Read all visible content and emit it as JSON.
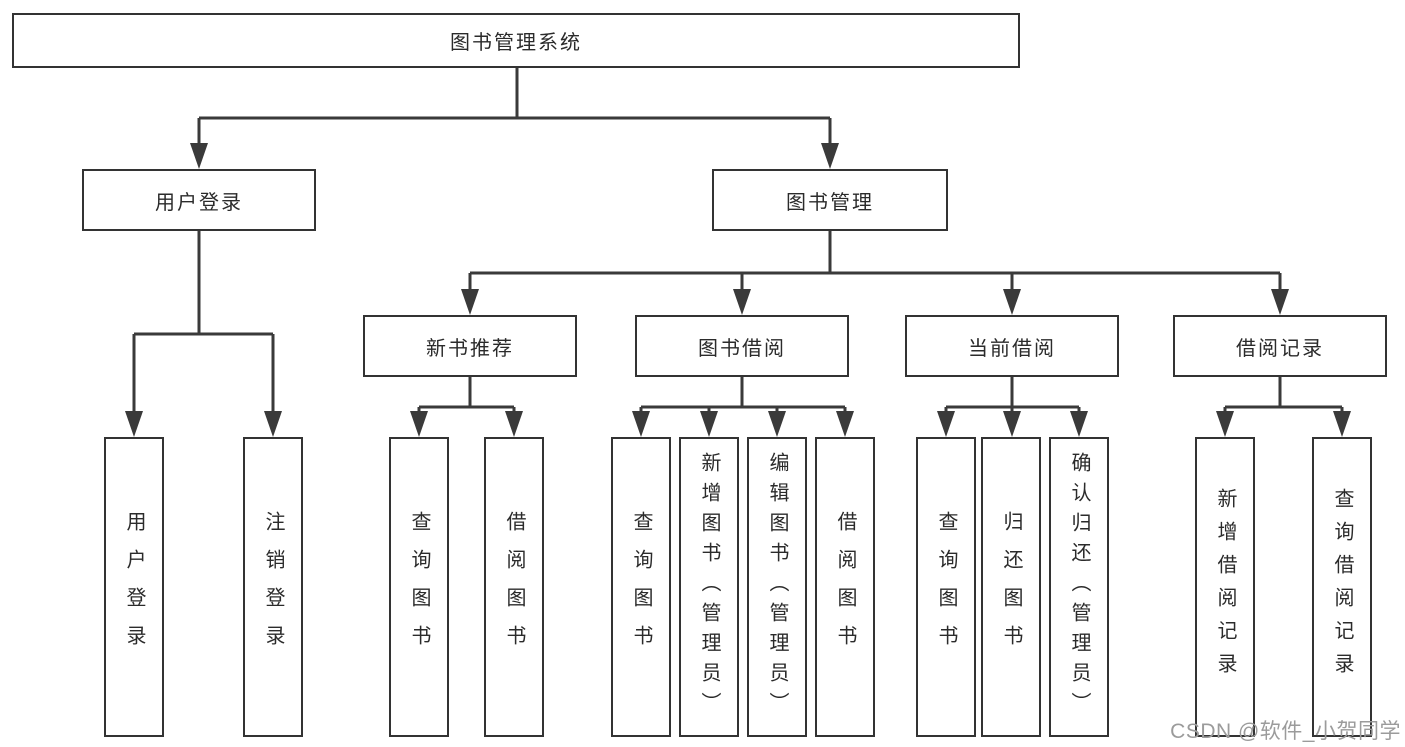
{
  "tree": {
    "label": "图书管理系统",
    "children": [
      {
        "label": "用户登录",
        "children": [
          {
            "label": "用户登录"
          },
          {
            "label": "注销登录"
          }
        ]
      },
      {
        "label": "图书管理",
        "children": [
          {
            "label": "新书推荐",
            "children": [
              {
                "label": "查询图书"
              },
              {
                "label": "借阅图书"
              }
            ]
          },
          {
            "label": "图书借阅",
            "children": [
              {
                "label": "查询图书"
              },
              {
                "label": "新增图书（管理员）"
              },
              {
                "label": "编辑图书（管理员）"
              },
              {
                "label": "借阅图书"
              }
            ]
          },
          {
            "label": "当前借阅",
            "children": [
              {
                "label": "查询图书"
              },
              {
                "label": "归还图书"
              },
              {
                "label": "确认归还（管理员）"
              }
            ]
          },
          {
            "label": "借阅记录",
            "children": [
              {
                "label": "新增借阅记录"
              },
              {
                "label": "查询借阅记录"
              }
            ]
          }
        ]
      }
    ]
  },
  "watermark": {
    "text": "CSDN @软件_小贺同学"
  },
  "colors": {
    "border": "#333333",
    "line": "#3a3a3a",
    "text": "#2b2b2b",
    "watermark": "#9b9b9b",
    "background": "#ffffff"
  }
}
